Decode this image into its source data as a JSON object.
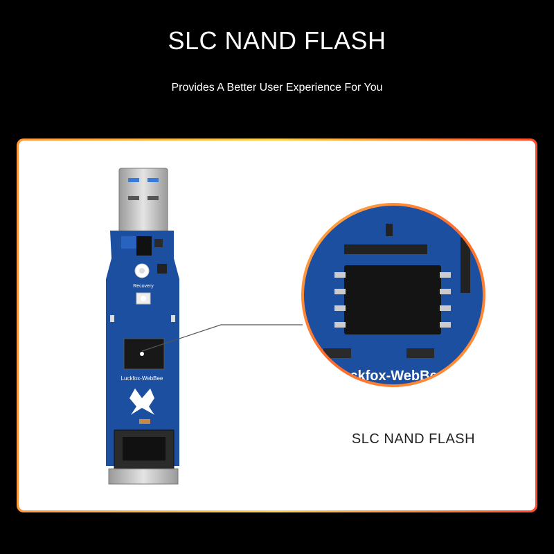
{
  "header": {
    "title": "SLC NAND FLASH",
    "subtitle": "Provides A Better User Experience For You"
  },
  "product": {
    "board_label": "Luckfox-WebBee",
    "button_label": "Recovery",
    "zoom_board_label": "uckfox-WebBee"
  },
  "callout": {
    "label": "SLC NAND FLASH"
  },
  "colors": {
    "frame_gradient": [
      "#ff9a3c",
      "#ffd24a",
      "#ff4a2a"
    ],
    "pcb": "#1c4fa0",
    "chip": "#1a1a1a"
  }
}
